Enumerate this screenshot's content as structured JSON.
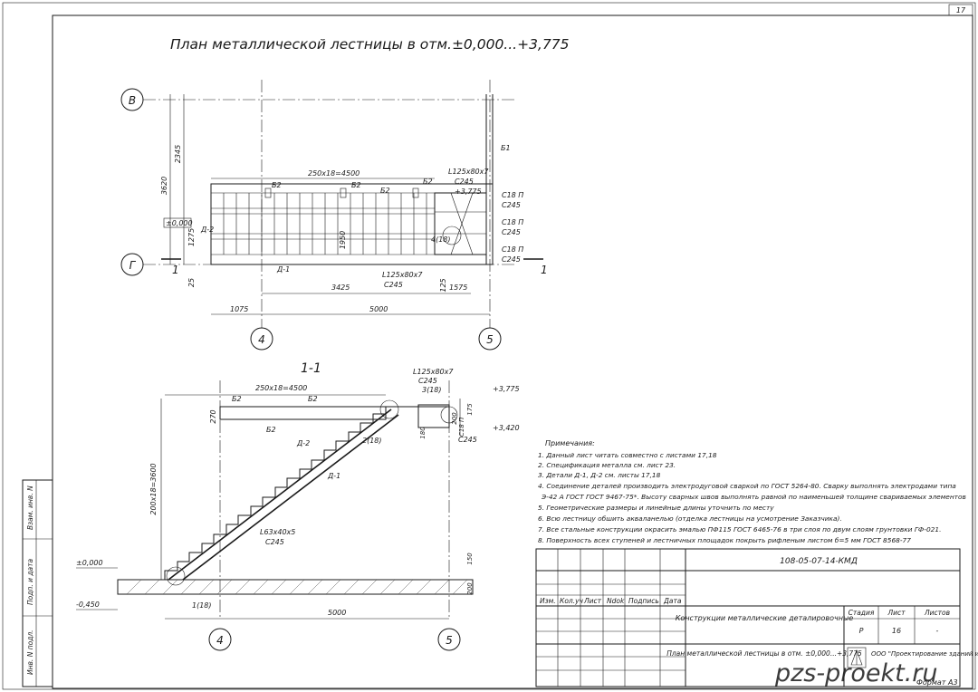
{
  "sheet_number": "17",
  "title": "План металлической лестницы в отм.±0,000...+3,775",
  "section_label": "1-1",
  "axes": {
    "row_top": "В",
    "row_bottom": "Г",
    "col_left": "4",
    "col_right": "5"
  },
  "plan": {
    "dims": {
      "top_span": "250х18=4500",
      "left_total": "3620",
      "left_upper": "2345",
      "left_mid": "1275",
      "left_low": "25",
      "bottom_inner": "3425",
      "bottom_right": "1575",
      "bottom_outer_left": "1075",
      "bottom_outer_main": "5000",
      "right_small": "125",
      "inner_width": "1950"
    },
    "labels": {
      "level_zero": "±0,000",
      "d2": "Д-2",
      "d1": "Д-1",
      "b1": "Б1",
      "b2": "Б2",
      "angle_top": "L125х80х7",
      "c245": "С245",
      "level_top": "+3,775",
      "angle_bottom": "L125х80х7",
      "channel": "С18 П",
      "node_4": "4(18)",
      "cut_mark": "1"
    }
  },
  "section": {
    "dims": {
      "top_span": "250х18=4500",
      "height": "200х18=3600",
      "landing_h": "270",
      "right_h1": "200",
      "right_h2": "175",
      "right_h3": "180",
      "right_low1": "150",
      "right_low2": "200",
      "bottom_span": "5000"
    },
    "labels": {
      "b2": "Б2",
      "d2": "Д-2",
      "d1": "Д-1",
      "stringer": "L63х40х5",
      "c245": "С245",
      "angle": "L125х80х7",
      "node_3": "3(18)",
      "node_2": "2(18)",
      "node_1": "1(18)",
      "channel": "С18 П",
      "level_3775": "+3,775",
      "level_3420": "+3,420",
      "level_zero": "±0,000",
      "level_neg": "-0,450"
    }
  },
  "notes": {
    "heading": "Примечания:",
    "items": [
      "1. Данный лист читать совместно с листами 17,18",
      "2. Спецификация металла см. лист 23.",
      "3. Детали Д-1, Д-2 см. листы 17,18",
      "4. Соединение деталей производить электродуговой сваркой по ГОСТ 5264-80. Сварку выполнять электродами типа",
      "Э-42 А ГОСТ ГОСТ 9467-75*. Высоту сварных швов выполнять равной по наименьшей толщине свариваемых элементов",
      "5. Геометрические размеры и линейные длины уточнить по месту",
      "6. Всю лестницу обшить акваланелью (отделка лестницы на усмотрение Заказчика).",
      "7. Все стальные конструкции окрасить эмалью ПФ115 ГОСТ 6465-76  в три слоя по двум слоям грунтовки ГФ-021.",
      "8. Поверхность всех ступеней и лестничных площадок покрыть рифленым листом б=5 мм ГОСТ 8568-77"
    ]
  },
  "side_stamp": [
    "Взам. инв. N",
    "Подп. и дата",
    "Инв. N подл."
  ],
  "title_block": {
    "code": "108-05-07-14-КМД",
    "headers": [
      "Изм.",
      "Кол.уч",
      "Лист",
      "Ndok",
      "Подпись",
      "Дата"
    ],
    "project": "Конструкции металлические деталировочные",
    "stage_h": "Стадия",
    "sheet_h": "Лист",
    "sheets_h": "Листов",
    "stage": "Р",
    "sheet": "16",
    "sheets": "-",
    "drawing_name": "План металлической лестницы в отм. ±0,000...+3,775",
    "company": "ООО \"Проектирование зданий и сооружений\"",
    "format": "Формат А3"
  },
  "watermark": "pzs-proekt.ru"
}
